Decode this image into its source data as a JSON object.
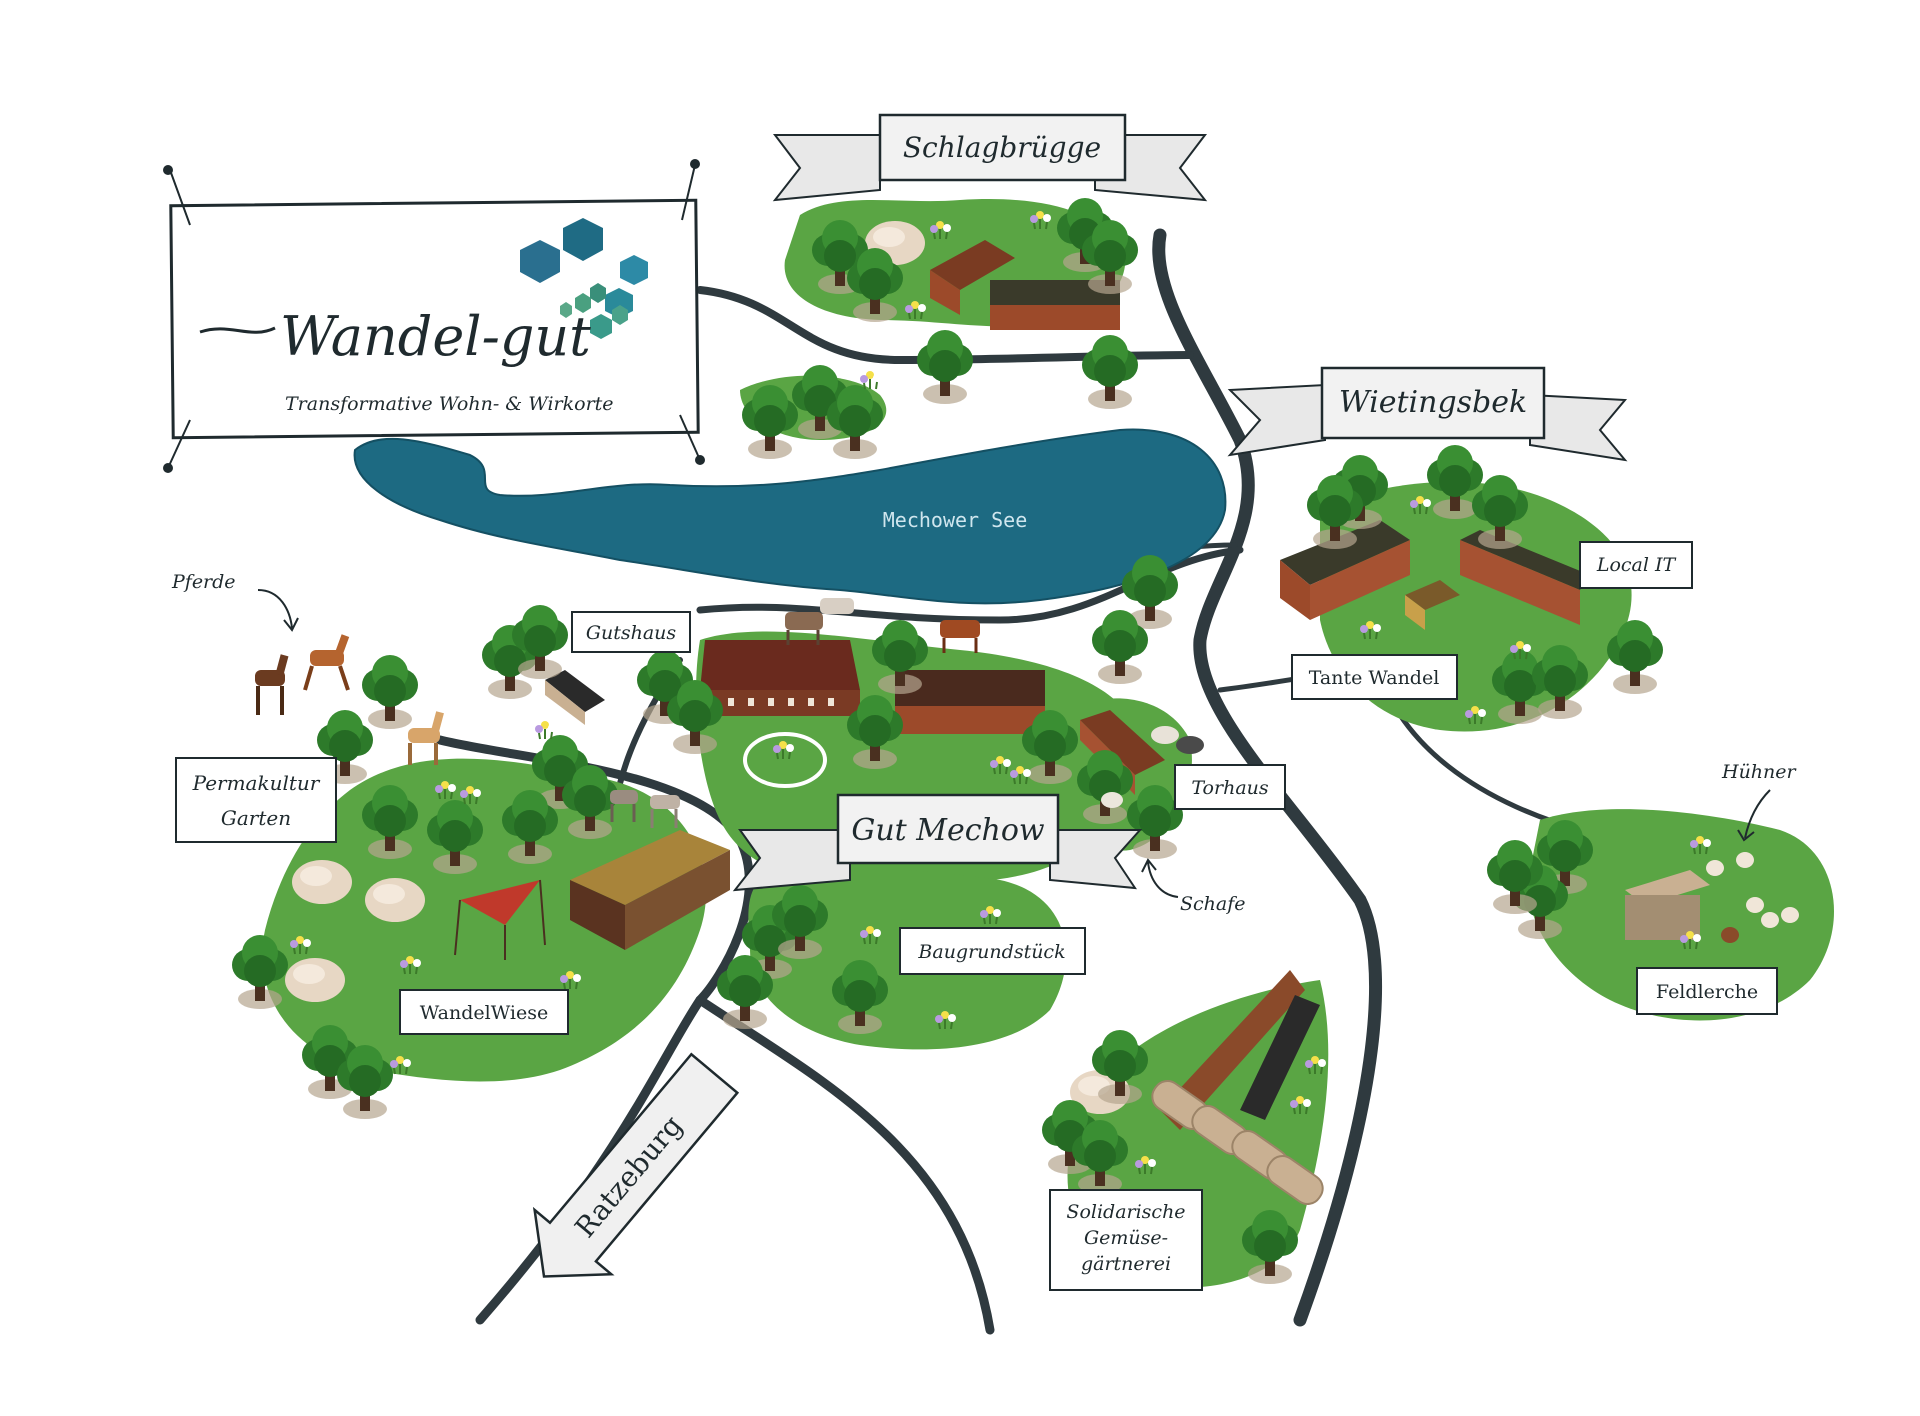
{
  "logo": {
    "title": "Wandel-gut",
    "tagline": "Transformative Wohn- & Wirkorte"
  },
  "lake": {
    "name": "Mechower See"
  },
  "banners": {
    "schlagbruegge": "Schlagbrügge",
    "wietingsbek": "Wietingsbek",
    "gut_mechow": "Gut Mechow"
  },
  "road_sign": {
    "ratzeburg": "Ratzeburg"
  },
  "labels": {
    "gutshaus": "Gutshaus",
    "local_it": "Local IT",
    "tante_wandel": "Tante Wandel",
    "torhaus": "Torhaus",
    "permakultur_line1": "Permakultur",
    "permakultur_line2": "Garten",
    "baugrundstueck": "Baugrundstück",
    "wandelwiese": "WandelWiese",
    "feldlerche": "Feldlerche",
    "solawi_line1": "Solidarische",
    "solawi_line2": "Gemüse-",
    "solawi_line3": "gärtnerei"
  },
  "annotations": {
    "pferde": "Pferde",
    "huehner": "Hühner",
    "schafe": "Schafe"
  },
  "colors": {
    "meadow": "#5aa544",
    "meadow_dark": "#3f8a33",
    "lake": "#1d6a82",
    "road": "#2f3a3f",
    "tree": "#2d7a2a",
    "trunk": "#4a3020",
    "building_roof": "#7a3b22",
    "building_wall": "#9c4a2a"
  }
}
